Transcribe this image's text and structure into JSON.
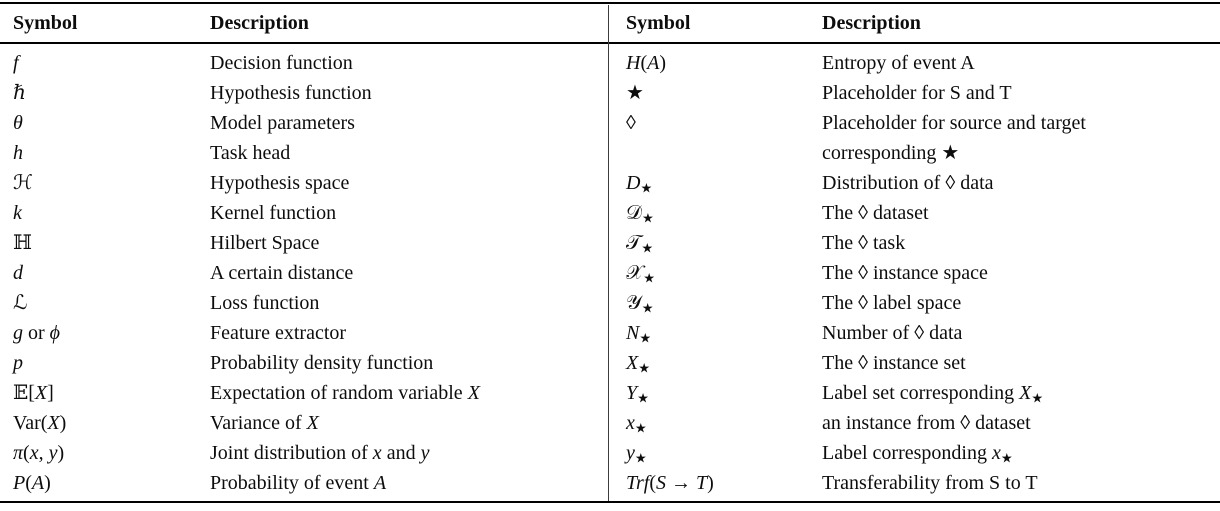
{
  "table": {
    "left": {
      "headers": {
        "symbol": "Symbol",
        "description": "Description"
      },
      "rows": [
        {
          "symbol": "*f*",
          "description": "Decision function"
        },
        {
          "symbol": "*ℏ*",
          "description": "Hypothesis function"
        },
        {
          "symbol": "*θ*",
          "description": "Model parameters"
        },
        {
          "symbol": "*h*",
          "description": "Task head"
        },
        {
          "symbol": "ℋ",
          "description": "Hypothesis space"
        },
        {
          "symbol": "*k*",
          "description": "Kernel function"
        },
        {
          "symbol": "ℍ",
          "description": "Hilbert Space"
        },
        {
          "symbol": "*d*",
          "description": "A certain distance"
        },
        {
          "symbol": "ℒ",
          "description": "Loss function"
        },
        {
          "symbol": "*g* or *ϕ*",
          "description": "Feature extractor"
        },
        {
          "symbol": "*p*",
          "description": "Probability density function"
        },
        {
          "symbol": "𝔼[*X*]",
          "description": "Expectation of random variable *X*"
        },
        {
          "symbol": "Var(*X*)",
          "description": "Variance of *X*"
        },
        {
          "symbol": "*π*(*x*, *y*)",
          "description": "Joint distribution of *x* and *y*"
        },
        {
          "symbol": "*P*(*A*)",
          "description": "Probability of event *A*"
        }
      ]
    },
    "right": {
      "headers": {
        "symbol": "Symbol",
        "description": "Description"
      },
      "rows": [
        {
          "symbol": "*H*(*A*)",
          "description": "Entropy of event A"
        },
        {
          "symbol": "★",
          "description": "Placeholder for S and T"
        },
        {
          "symbol": "◊",
          "description": "Placeholder for source and target\ncorresponding ★"
        },
        {
          "symbol": "*D*_{★}",
          "description": "Distribution of ◊ data"
        },
        {
          "symbol": "𝒟_{★}",
          "description": "The ◊ dataset"
        },
        {
          "symbol": "𝒯_{★}",
          "description": "The ◊ task"
        },
        {
          "symbol": "𝒳_{★}",
          "description": "The ◊ instance space"
        },
        {
          "symbol": "𝒴_{★}",
          "description": "The ◊ label space"
        },
        {
          "symbol": "*N*_{★}",
          "description": "Number of ◊ data"
        },
        {
          "symbol": "*X*_{★}",
          "description": "The ◊ instance set"
        },
        {
          "symbol": "*Y*_{★}",
          "description": "Label set corresponding *X*_{★}"
        },
        {
          "symbol": "*x*_{★}",
          "description": "an instance from ◊ dataset"
        },
        {
          "symbol": "*y*_{★}",
          "description": "Label corresponding *x*_{★}"
        },
        {
          "symbol": "*Trf*(*S* → *T*)",
          "description": "Transferability from S to T"
        }
      ]
    }
  },
  "colors": {
    "background": "#ffffff",
    "text": "#0d0d0d",
    "rule": "#000000",
    "divider": "#3c3c3c"
  }
}
